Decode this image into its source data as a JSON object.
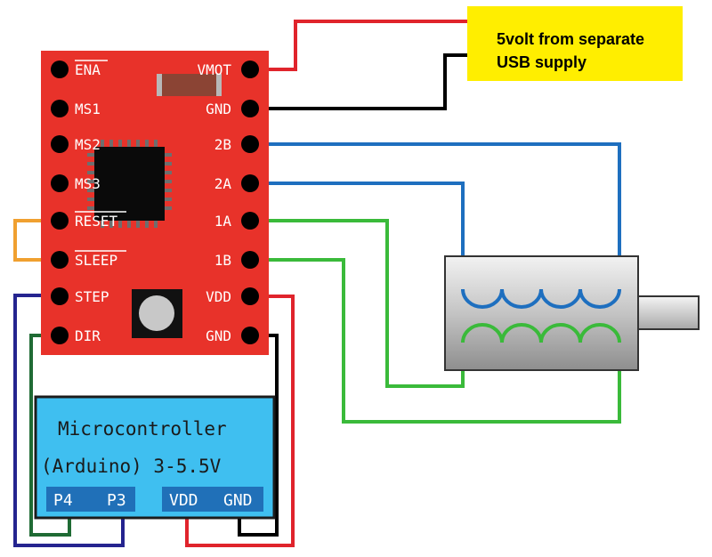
{
  "driver": {
    "left_pins": [
      {
        "label": "ENA",
        "overline": true
      },
      {
        "label": "MS1",
        "overline": false
      },
      {
        "label": "MS2",
        "overline": false
      },
      {
        "label": "MS3",
        "overline": false
      },
      {
        "label": "RESET",
        "overline": true
      },
      {
        "label": "SLEEP",
        "overline": true
      },
      {
        "label": "STEP",
        "overline": false
      },
      {
        "label": "DIR",
        "overline": false
      }
    ],
    "right_pins": [
      {
        "label": "VMOT"
      },
      {
        "label": "GND"
      },
      {
        "label": "2B"
      },
      {
        "label": "2A"
      },
      {
        "label": "1A"
      },
      {
        "label": "1B"
      },
      {
        "label": "VDD"
      },
      {
        "label": "GND"
      }
    ]
  },
  "supply_note": {
    "line1": "5volt from separate",
    "line2": "USB supply"
  },
  "microcontroller": {
    "line1": "Microcontroller",
    "line2": "(Arduino) 3-5.5V",
    "pins": [
      "P4",
      "P3",
      "VDD",
      "GND"
    ]
  },
  "colors": {
    "board": "#e8322a",
    "supply_box": "#ffee00",
    "mcu": "#3fbff0",
    "wire_red": "#e0242c",
    "wire_black": "#000000",
    "wire_blue": "#1e6fbf",
    "wire_green": "#3aba3a",
    "wire_orange": "#f0a030",
    "wire_navy": "#25248f",
    "wire_darkgreen": "#1f6b34"
  }
}
